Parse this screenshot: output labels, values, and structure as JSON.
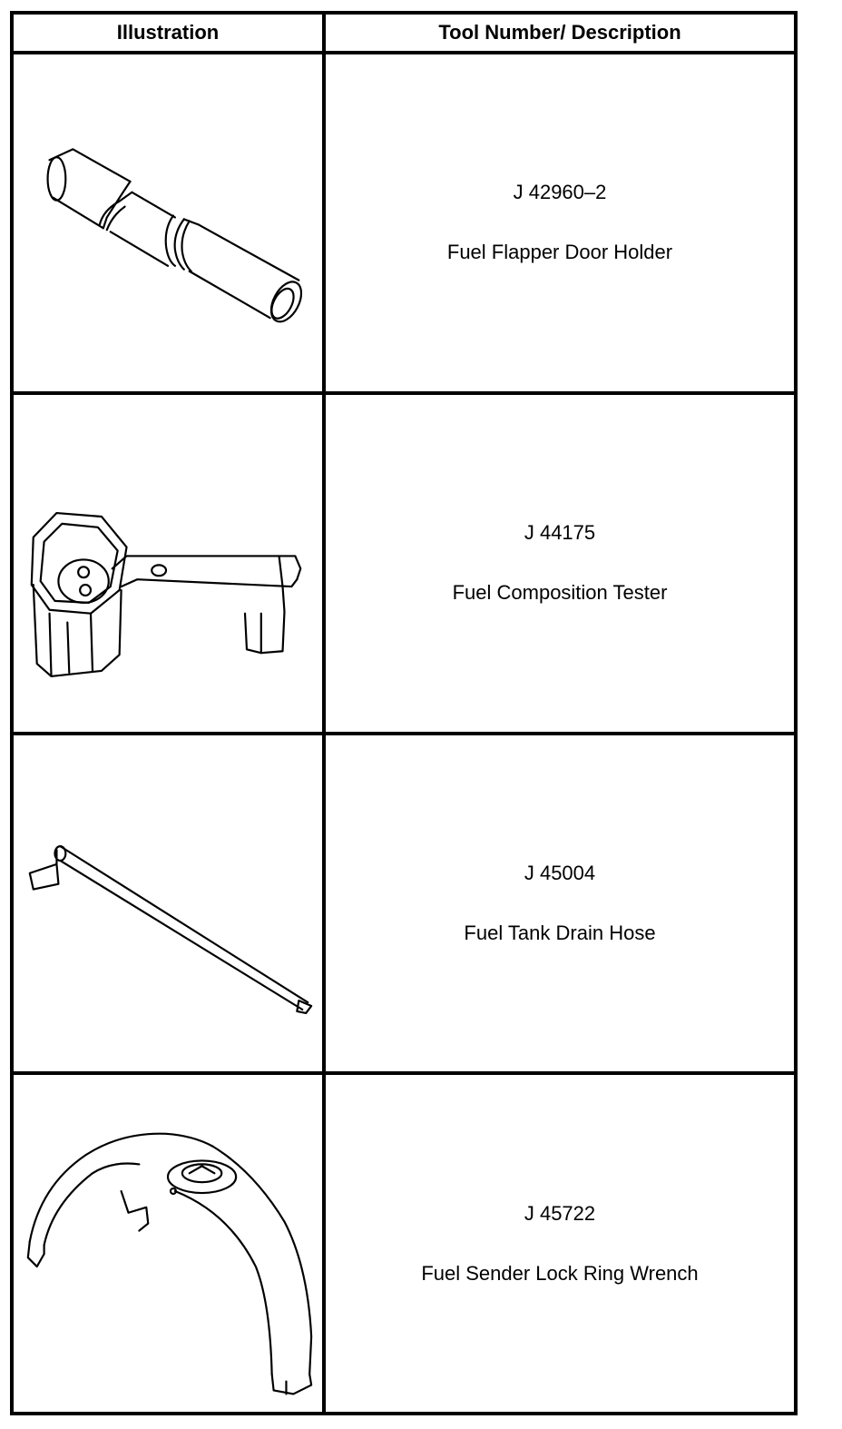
{
  "header": {
    "col_illustration": "Illustration",
    "col_tool": "Tool Number/ Description"
  },
  "tools": [
    {
      "number": "J 42960–2",
      "description": "Fuel Flapper Door Holder",
      "icon": "flapper-door-holder-icon"
    },
    {
      "number": "J 44175",
      "description": "Fuel Composition Tester",
      "icon": "composition-tester-icon"
    },
    {
      "number": "J 45004",
      "description": "Fuel Tank Drain Hose",
      "icon": "drain-hose-icon"
    },
    {
      "number": "J 45722",
      "description": "Fuel Sender Lock Ring Wrench",
      "icon": "lock-ring-wrench-icon"
    }
  ]
}
